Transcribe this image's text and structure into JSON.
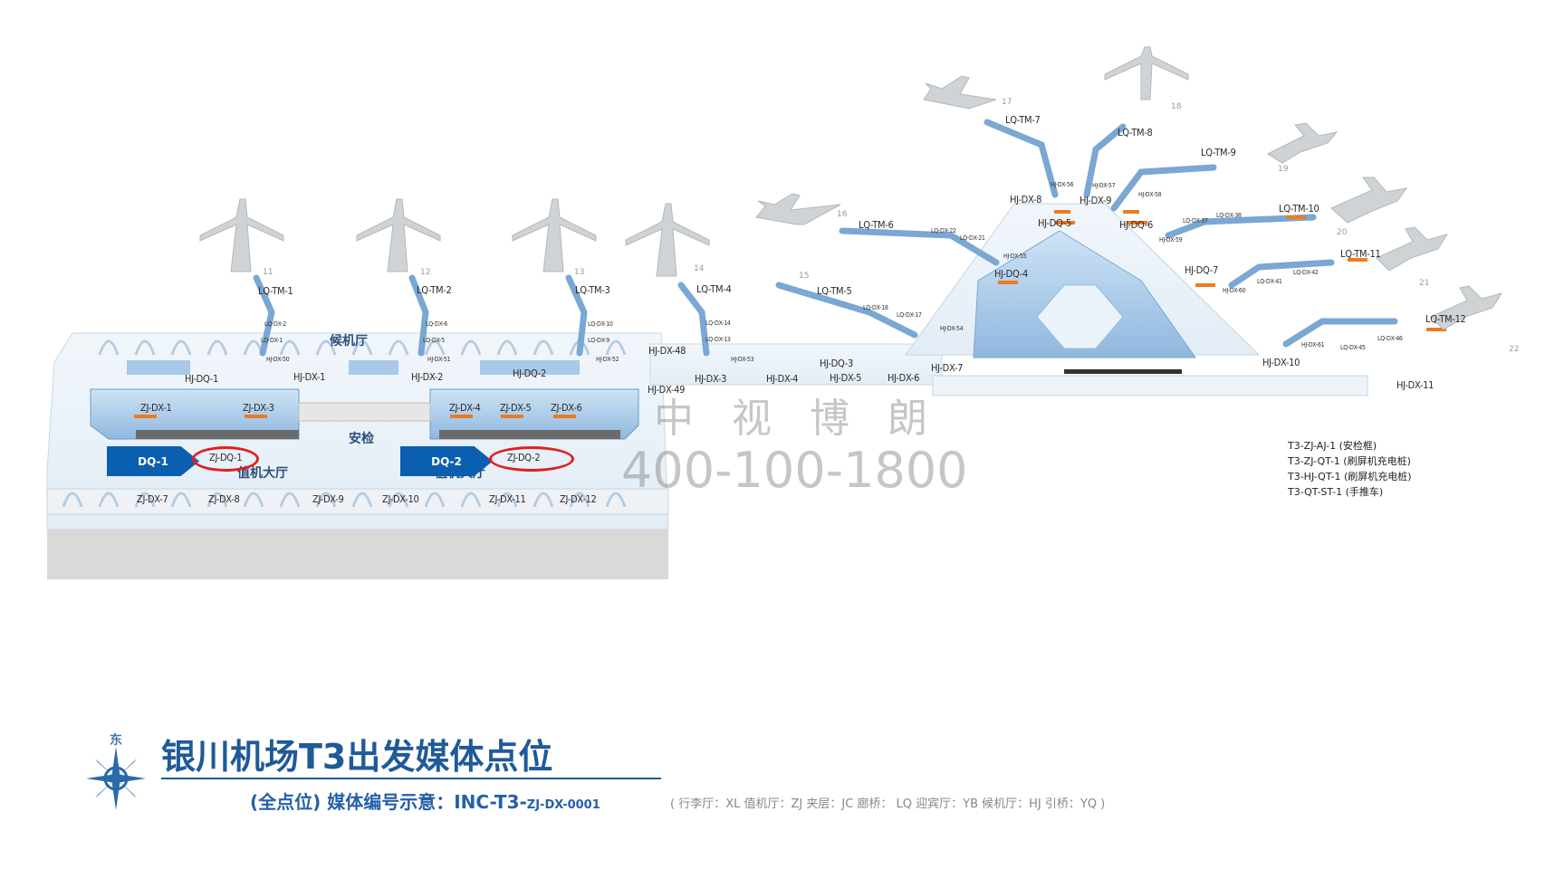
{
  "watermark": {
    "name": "中 视 博 朗",
    "phone": "400-100-1800"
  },
  "areas": {
    "waiting_hall": "候机厅",
    "security": "安检",
    "checkin_hall": "值机大厅",
    "checkin_hall_2": "值机大厅"
  },
  "tags": [
    {
      "label": "DQ-1"
    },
    {
      "label": "DQ-2"
    }
  ],
  "circled": [
    "ZJ-DQ-1",
    "ZJ-DQ-2"
  ],
  "labels": {
    "main": [
      "LQ-TM-1",
      "LQ-TM-2",
      "LQ-TM-3",
      "LQ-TM-4",
      "LQ-TM-5",
      "LQ-TM-6",
      "LQ-TM-7",
      "LQ-TM-8",
      "LQ-TM-9",
      "LQ-TM-10",
      "LQ-TM-11",
      "LQ-TM-12",
      "HJ-DQ-1",
      "HJ-DX-1",
      "HJ-DX-2",
      "HJ-DQ-2",
      "HJ-DX-48",
      "HJ-DX-49",
      "HJ-DX-3",
      "HJ-DX-4",
      "HJ-DQ-3",
      "HJ-DX-5",
      "HJ-DX-6",
      "HJ-DX-7",
      "HJ-DX-8",
      "HJ-DX-9",
      "HJ-DQ-5",
      "HJ-DQ-6",
      "HJ-DQ-4",
      "HJ-DQ-7",
      "HJ-DX-10",
      "HJ-DX-11",
      "ZJ-DX-1",
      "ZJ-DX-3",
      "ZJ-DX-4",
      "ZJ-DX-5",
      "ZJ-DX-6",
      "ZJ-DX-7",
      "ZJ-DX-8",
      "ZJ-DX-9",
      "ZJ-DX-10",
      "ZJ-DX-11",
      "ZJ-DX-12"
    ],
    "small": [
      "LQ-DX-2",
      "LQ-DX-1",
      "HJ-DX-50",
      "LQ-DX-6",
      "LQ-DX-5",
      "HJ-DX-51",
      "LQ-DX-10",
      "LQ-DX-9",
      "HJ-DX-52",
      "LQ-DX-14",
      "LQ-DX-13",
      "HJ-DX-53",
      "LQ-DX-18",
      "LQ-DX-17",
      "HJ-DX-54",
      "LQ-DX-22",
      "LQ-DX-21",
      "HJ-DX-55",
      "HJ-DX-56",
      "HJ-DX-57",
      "HJ-DX-58",
      "LQ-DX-37",
      "LQ-DX-38",
      "HJ-DX-59",
      "LQ-DX-42",
      "LQ-DX-41",
      "HJ-DX-60",
      "HJ-DX-61",
      "LQ-DX-45",
      "LQ-DX-46"
    ]
  },
  "gates": [
    "11",
    "12",
    "13",
    "14",
    "15",
    "16",
    "17",
    "18",
    "19",
    "20",
    "21",
    "22"
  ],
  "legend": [
    "T3-ZJ-AJ-1 (安检框)",
    "T3-ZJ-QT-1 (刷屏机充电桩)",
    "T3-HJ-QT-1 (刷屏机充电桩)",
    "T3-QT-ST-1 (手推车)"
  ],
  "compass": {
    "direction": "东"
  },
  "title": "银川机场T3出发媒体点位",
  "subtitle": "(全点位) 媒体编号示意：INC-T3-",
  "subtitle_code": "ZJ-DX-0001",
  "codes": "( 行李厅：XL   值机厅：ZJ   夹层：JC   廊桥：  LQ   迎宾厅：YB   候机厅：HJ   引桥：YQ )",
  "colors": {
    "accent": "#1f5a99",
    "tag": "#0b5fb0",
    "media": "#f07a1e",
    "ring": "#e02020",
    "glass": "#9cc4e6"
  }
}
